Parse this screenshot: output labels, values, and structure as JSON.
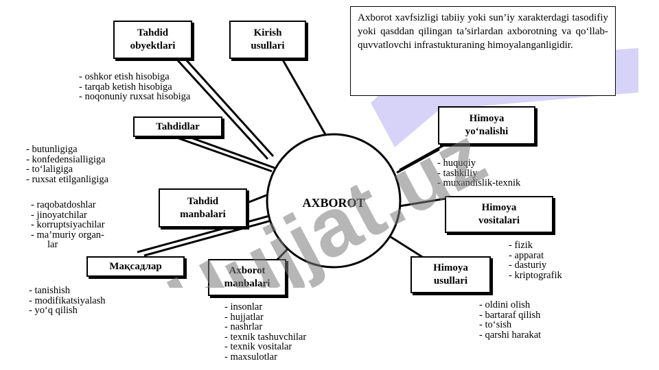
{
  "center": "AXBOROT",
  "definition": "Axborot xavfsizligi tabiiy yoki sun’iy xarakterdagi tasodifiy yoki qasddan qilingan ta’sirlardan axborotning va qo‘llab-quvvatlovchi infrastukturaning himoyalanganligidir.",
  "watermark": "Hujjat.uz",
  "nodes": {
    "tahdid_obyektlari": {
      "label": "Tahdid\nobyektlari",
      "items": [
        "oshkor etish hisobiga",
        "tarqab ketish hisobiga",
        "noqonuniy ruxsat hisobiga"
      ]
    },
    "kirish_usullari": {
      "label": "Kirish\nusullari"
    },
    "tahdidlar": {
      "label": "Tahdidlar",
      "items": [
        "butunligiga",
        "konfedensialligiga",
        "to‘laligiga",
        "ruxsat etilganligiga"
      ]
    },
    "tahdid_manbalari": {
      "label": "Tahdid\nmanbalari",
      "items": [
        "raqobatdoshlar",
        "jinoyatchilar",
        "korruptsiyachilar",
        "ma’muriy organ-",
        "lar"
      ]
    },
    "maqsadlar": {
      "label": "Мақсадлар",
      "items": [
        "tanishish",
        "modifikatsiyalash",
        "yo‘q qilish"
      ]
    },
    "axborot_manbalari": {
      "label": "Axborot\nmanbalari",
      "items": [
        "insonlar",
        "hujjatlar",
        "nashrlar",
        "texnik tashuvchilar",
        "texnik vositalar",
        "maxsulotlar"
      ]
    },
    "himoya_usullari": {
      "label": "Himoya\nusullari",
      "items": [
        "oldini olish",
        "bartaraf qilish",
        "to‘sish",
        "qarshi harakat"
      ]
    },
    "himoya_vositalari": {
      "label": "Himoya\nvositalari",
      "items": [
        "fizik",
        "apparat",
        "dasturiy",
        "kriptografik"
      ]
    },
    "himoya_yonalishi": {
      "label": "Himoya\nyo‘nalishi",
      "items": [
        "huquqiy",
        "tashkiliy",
        "muxandislik-texnik"
      ]
    }
  },
  "colors": {
    "watermark": "#7a7a7a",
    "watermark_accent": "#c9c4f5",
    "line": "#000000"
  }
}
